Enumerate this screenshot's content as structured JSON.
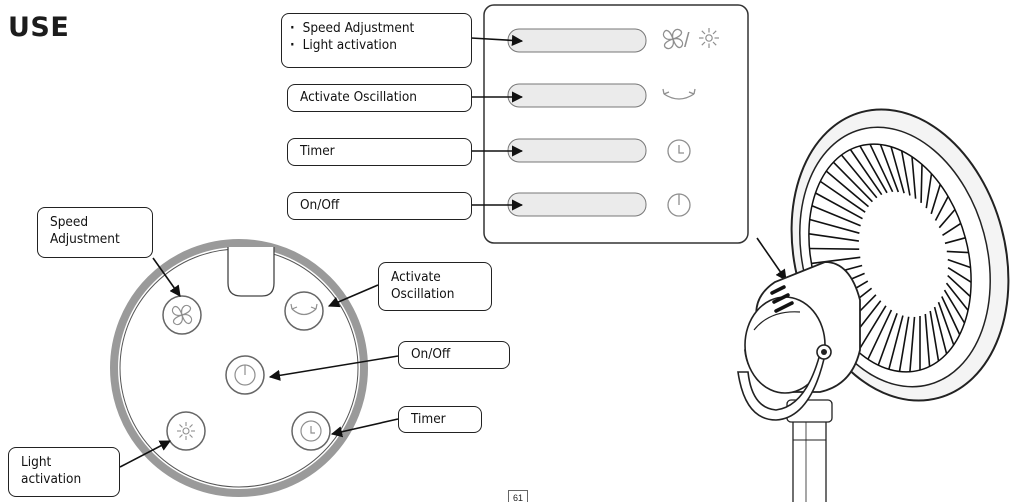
{
  "heading": "USE",
  "panel_labels": {
    "speed_light": [
      "Speed Adjustment",
      "Light activation"
    ],
    "oscillation": "Activate Oscillation",
    "timer": "Timer",
    "onoff": "On/Off"
  },
  "control_labels": {
    "speed": [
      "Speed",
      "Adjustment"
    ],
    "oscillation": [
      "Activate",
      "Oscillation"
    ],
    "onoff": "On/Off",
    "timer": "Timer",
    "light": [
      "Light",
      "activation"
    ]
  },
  "page_number": "61",
  "colors": {
    "ring": "#9a9a9a",
    "outline": "#222222",
    "slot_fill": "#e9e9e9",
    "icon_grey": "#8f8f8f"
  }
}
